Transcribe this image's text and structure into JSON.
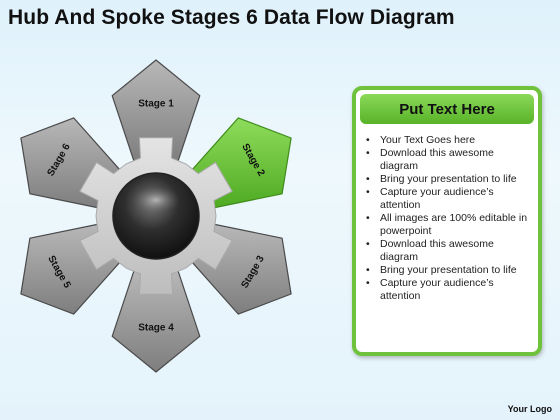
{
  "title": "Hub And Spoke Stages 6 Data Flow Diagram",
  "stages": [
    {
      "label": "Stage 1",
      "highlighted": false
    },
    {
      "label": "Stage 2",
      "highlighted": true
    },
    {
      "label": "Stage 3",
      "highlighted": false
    },
    {
      "label": "Stage 4",
      "highlighted": false
    },
    {
      "label": "Stage 5",
      "highlighted": false
    },
    {
      "label": "Stage 6",
      "highlighted": false
    }
  ],
  "textbox": {
    "header": "Put Text Here",
    "bullets": [
      "Your Text Goes here",
      "Download this awesome diagram",
      "Bring your presentation to life",
      "Capture your audience’s attention",
      "All images are 100% editable in powerpoint",
      "Download this awesome diagram",
      "Bring your presentation to life",
      "Capture your audience’s attention"
    ]
  },
  "logo": "Your Logo",
  "colors": {
    "accent": "#6fc23b",
    "stage_gray": "#9a9a9a",
    "stage_highlight": "#6cc43c",
    "hub_dark": "#2a2a2a"
  }
}
